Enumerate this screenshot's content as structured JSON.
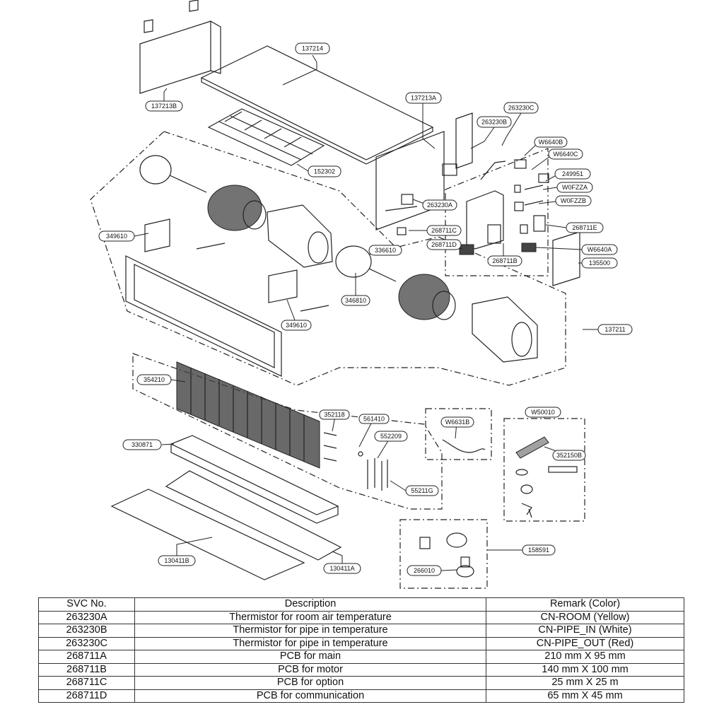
{
  "diagram": {
    "callouts": [
      "137214",
      "137213B",
      "137213A",
      "152302",
      "263230B",
      "263230C",
      "W6640B",
      "W6640C",
      "249951",
      "W0FZZA",
      "W0FZZB",
      "263230A",
      "268711C",
      "268711D",
      "268711E",
      "268711B",
      "W6640A",
      "135500",
      "349610",
      "336610",
      "346810",
      "349610",
      "137211",
      "354210",
      "352118",
      "561410",
      "552209",
      "55211G",
      "W6631B",
      "W50010",
      "352150B",
      "330871",
      "130411B",
      "130411A",
      "158591",
      "266010"
    ]
  },
  "table": {
    "headers": [
      "SVC No.",
      "Description",
      "Remark (Color)"
    ],
    "rows": [
      [
        "263230A",
        "Thermistor for room air temperature",
        "CN-ROOM (Yellow)"
      ],
      [
        "263230B",
        "Thermistor for pipe in temperature",
        "CN-PIPE_IN (White)"
      ],
      [
        "263230C",
        "Thermistor for pipe in temperature",
        "CN-PIPE_OUT (Red)"
      ],
      [
        "268711A",
        "PCB for main",
        "210 mm X 95 mm"
      ],
      [
        "268711B",
        "PCB for motor",
        "140 mm X 100 mm"
      ],
      [
        "268711C",
        "PCB for option",
        "25 mm X 25 m"
      ],
      [
        "268711D",
        "PCB for communication",
        "65 mm X 45 mm"
      ]
    ]
  }
}
